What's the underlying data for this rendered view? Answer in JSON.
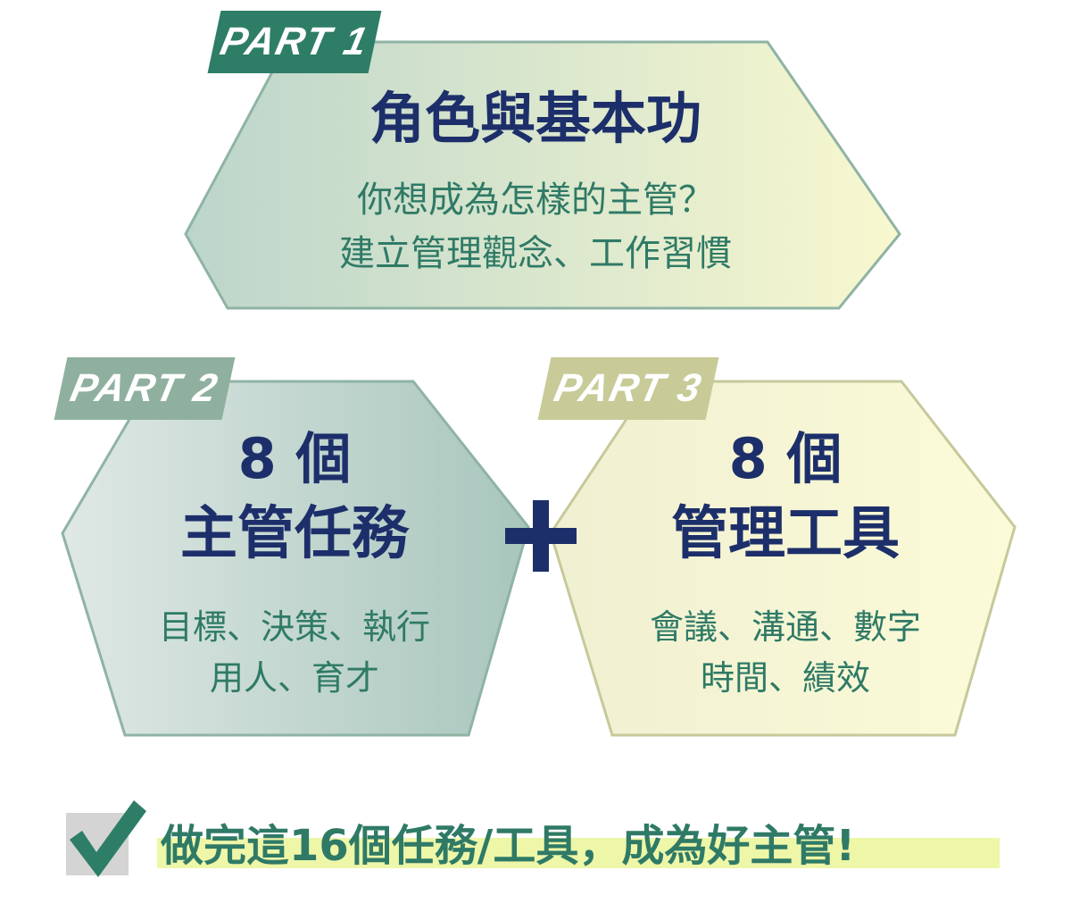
{
  "part1": {
    "badge": "PART 1",
    "title": "角色與基本功",
    "lines": [
      "你想成為怎樣的主管？",
      "建立管理觀念、工作習慣"
    ]
  },
  "part2": {
    "badge": "PART 2",
    "count": "8 個",
    "title": "主管任務",
    "lines": [
      "目標、決策、執行",
      "用人、育才"
    ]
  },
  "part3": {
    "badge": "PART 3",
    "count": "8 個",
    "title": "管理工具",
    "lines": [
      "會議、溝通、數字",
      "時間、績效"
    ]
  },
  "connector": {
    "icon": "plus-icon"
  },
  "footer": {
    "icon": "checkmark-icon",
    "text": "做完這16個任務/工具，成為好主管!"
  },
  "colors": {
    "navy": "#1d2f6a",
    "teal": "#2f7a66",
    "badge_dark": "#2e7d67",
    "badge_mid": "#8fb09f",
    "badge_light": "#c8cb98",
    "highlight": "#eef6a8"
  }
}
